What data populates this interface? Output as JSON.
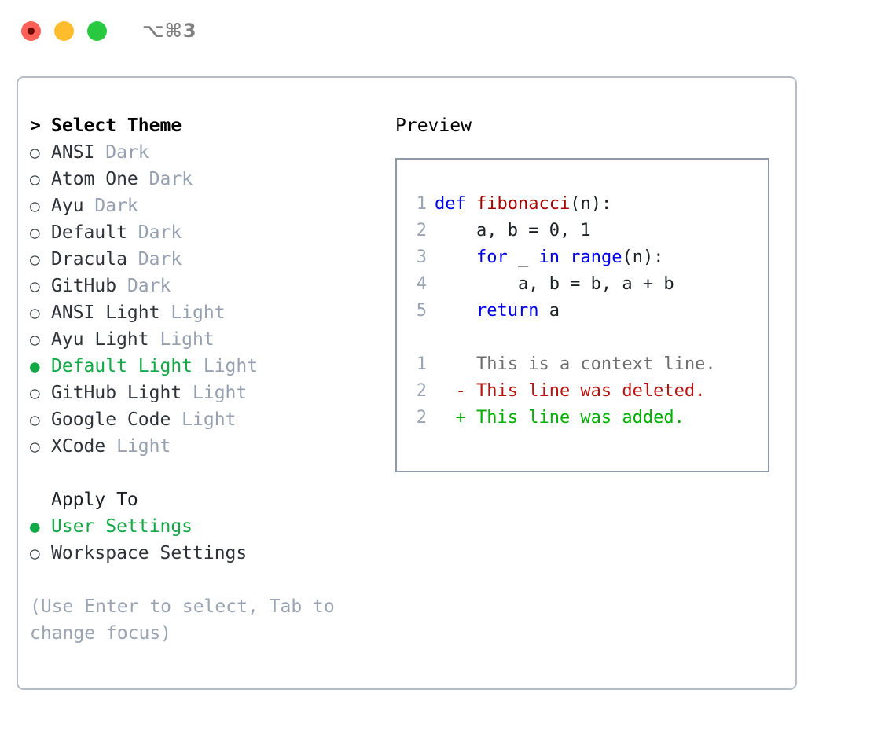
{
  "titlebar": {
    "shortcut": "⌥⌘3",
    "buttons": [
      {
        "name": "close",
        "color": "#ff6058"
      },
      {
        "name": "minimize",
        "color": "#ffbd2e"
      },
      {
        "name": "maximize",
        "color": "#28c840"
      }
    ]
  },
  "theme_picker": {
    "prompt": ">",
    "title": "Select Theme",
    "bullet_unselected": "○",
    "bullet_selected": "●",
    "items": [
      {
        "label": "ANSI",
        "tag": "Dark",
        "selected": false
      },
      {
        "label": "Atom One",
        "tag": "Dark",
        "selected": false
      },
      {
        "label": "Ayu",
        "tag": "Dark",
        "selected": false
      },
      {
        "label": "Default",
        "tag": "Dark",
        "selected": false
      },
      {
        "label": "Dracula",
        "tag": "Dark",
        "selected": false
      },
      {
        "label": "GitHub",
        "tag": "Dark",
        "selected": false
      },
      {
        "label": "ANSI Light",
        "tag": "Light",
        "selected": false
      },
      {
        "label": "Ayu Light",
        "tag": "Light",
        "selected": false
      },
      {
        "label": "Default Light",
        "tag": "Light",
        "selected": true
      },
      {
        "label": "GitHub Light",
        "tag": "Light",
        "selected": false
      },
      {
        "label": "Google Code",
        "tag": "Light",
        "selected": false
      },
      {
        "label": "XCode",
        "tag": "Light",
        "selected": false
      }
    ]
  },
  "apply_to": {
    "title": "Apply To",
    "items": [
      {
        "label": "User Settings",
        "selected": true
      },
      {
        "label": "Workspace Settings",
        "selected": false
      }
    ]
  },
  "hint": "(Use Enter to select, Tab to change focus)",
  "preview": {
    "title": "Preview",
    "code_lines": [
      {
        "no": "1",
        "tokens": [
          {
            "t": "def ",
            "c": "kw"
          },
          {
            "t": "fibonacci",
            "c": "fn"
          },
          {
            "t": "(n):",
            "c": "plain"
          }
        ]
      },
      {
        "no": "2",
        "tokens": [
          {
            "t": "    a, b = 0, 1",
            "c": "plain"
          }
        ]
      },
      {
        "no": "3",
        "tokens": [
          {
            "t": "    ",
            "c": "plain"
          },
          {
            "t": "for",
            "c": "kw"
          },
          {
            "t": " _ ",
            "c": "plain"
          },
          {
            "t": "in",
            "c": "kw"
          },
          {
            "t": " ",
            "c": "plain"
          },
          {
            "t": "range",
            "c": "kw"
          },
          {
            "t": "(n):",
            "c": "plain"
          }
        ]
      },
      {
        "no": "4",
        "tokens": [
          {
            "t": "        a, b = b, a + b",
            "c": "plain"
          }
        ]
      },
      {
        "no": "5",
        "tokens": [
          {
            "t": "    ",
            "c": "plain"
          },
          {
            "t": "return",
            "c": "kw"
          },
          {
            "t": " a",
            "c": "plain"
          }
        ]
      }
    ],
    "diff_lines": [
      {
        "no": "1",
        "marker": "  ",
        "text": "This is a context line.",
        "kind": "ctx"
      },
      {
        "no": "2",
        "marker": "- ",
        "text": "This line was deleted.",
        "kind": "del"
      },
      {
        "no": "2",
        "marker": "+ ",
        "text": "This line was added.",
        "kind": "add"
      }
    ]
  },
  "colors": {
    "accent_green": "#12a845",
    "tag_gray": "#96a0b0",
    "keyword_blue": "#0000ee",
    "function_red": "#a80000",
    "diff_delete": "#bb1111",
    "diff_add": "#00b000",
    "panel_border": "#b6bdc7",
    "preview_border": "#8e9aa8"
  }
}
